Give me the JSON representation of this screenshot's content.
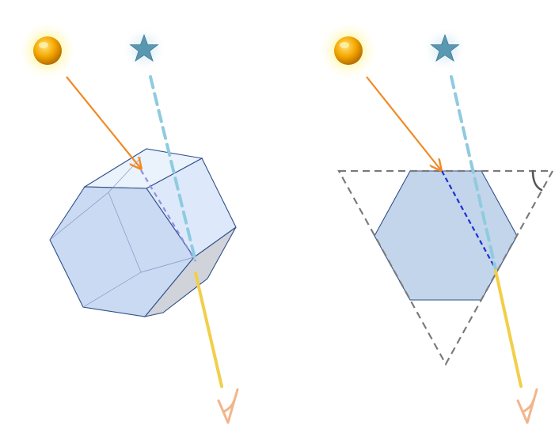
{
  "colors": {
    "sun": "#f5a800",
    "sun_glow": "#fff37a",
    "star": "#4f8fa8",
    "star_glow": "#cfe6f2",
    "incoming_ray": "#f08a24",
    "star_ray": "#8fcbe0",
    "exit_ray": "#f2cf4a",
    "inner_ray_3d": "#8f8fe0",
    "inner_ray_2d": "#1c2fd6",
    "crystal_front": "#c9daf2",
    "crystal_top": "#eaf2fc",
    "crystal_right": "#dde9fa",
    "crystal_bottom": "#d0d4da",
    "crystal_edge": "#2f4f8a",
    "hexagon_fill": "#c3d5ea",
    "triangle_dash": "#7a7a7a",
    "eye": "#f2b58a"
  },
  "icons": {
    "light_source": "sun-icon",
    "apparent_source": "star-icon",
    "observer": "eye-icon",
    "angle_marker": "angle-arc-icon"
  },
  "panels": [
    {
      "name": "left-panel",
      "view": "3d-hexagonal-prism"
    },
    {
      "name": "right-panel",
      "view": "2d-cross-section"
    }
  ]
}
